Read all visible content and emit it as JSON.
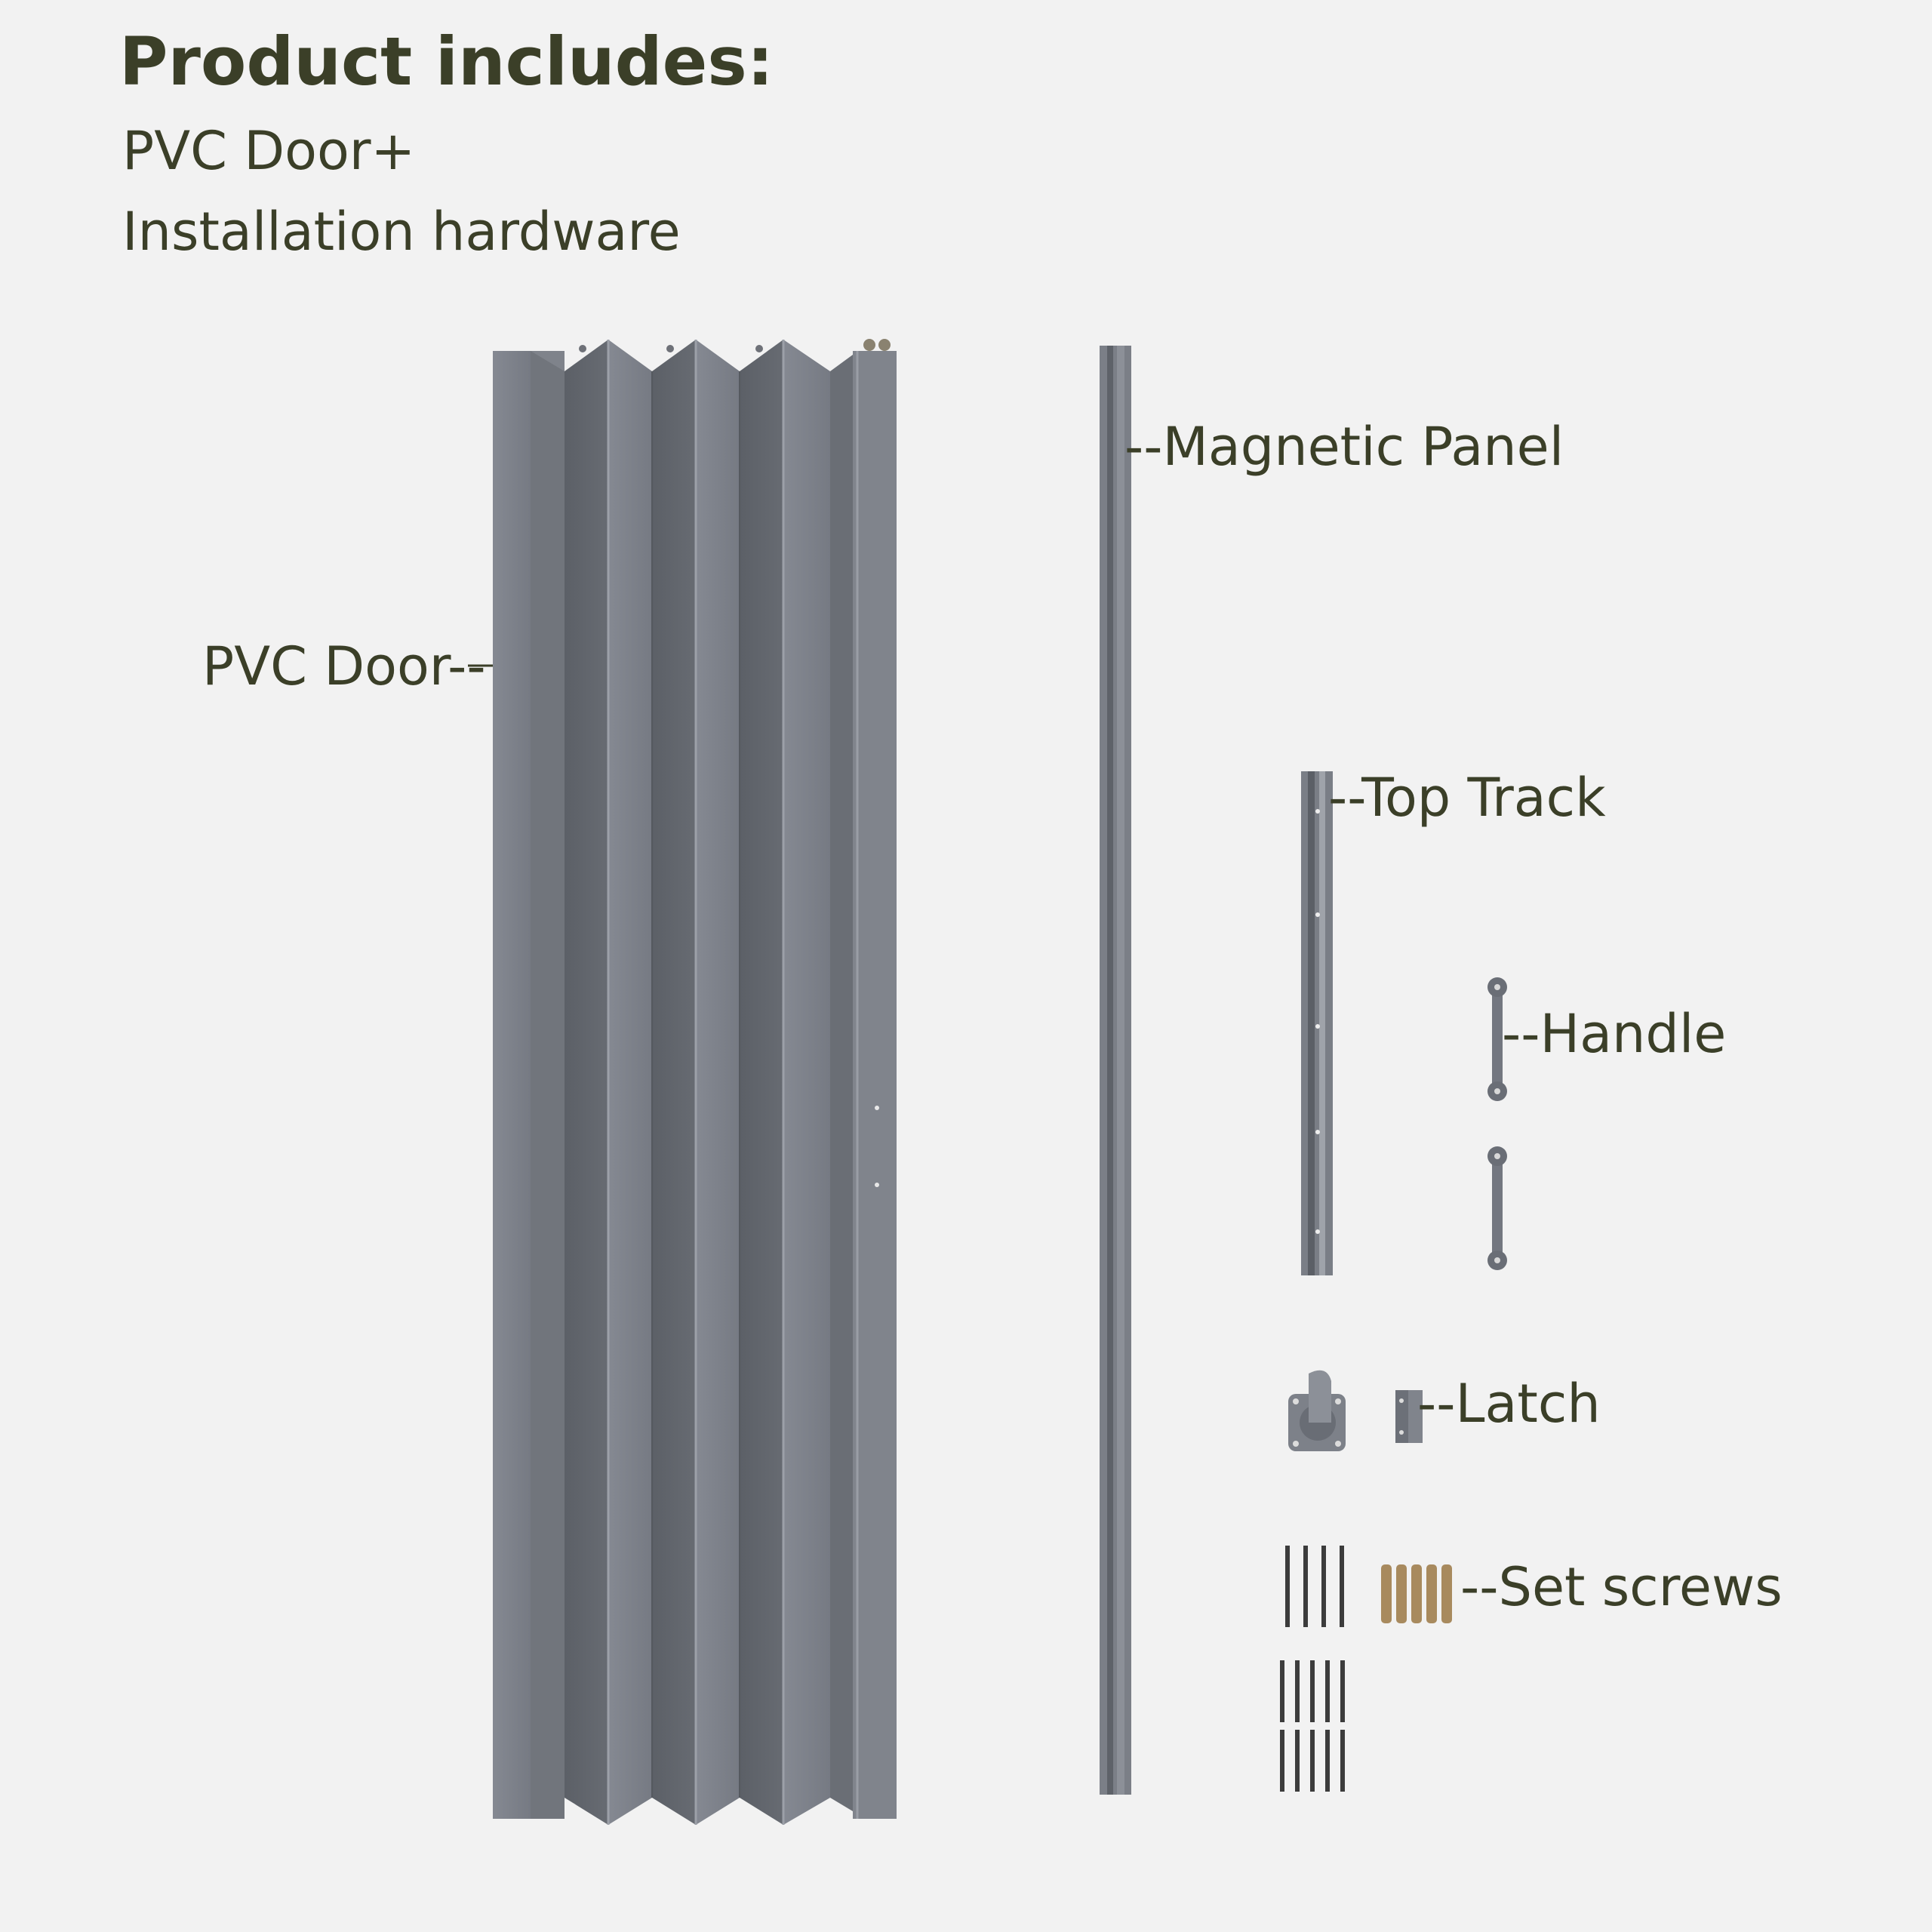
{
  "header": {
    "title": "Product includes:",
    "line1": "PVC Door+",
    "line2": "Installation hardware"
  },
  "labels": {
    "pvc_door": "PVC Door--",
    "magnetic_panel": "--Magnetic Panel",
    "top_track": "--Top Track",
    "handle": "--Handle",
    "latch": "--Latch",
    "set_screws": "--Set screws"
  },
  "colors": {
    "background": "#f2f2f2",
    "text": "#3b3f28",
    "panel_light": "#7d8189",
    "panel_dark": "#62666d",
    "wood": "#a88a5e"
  }
}
